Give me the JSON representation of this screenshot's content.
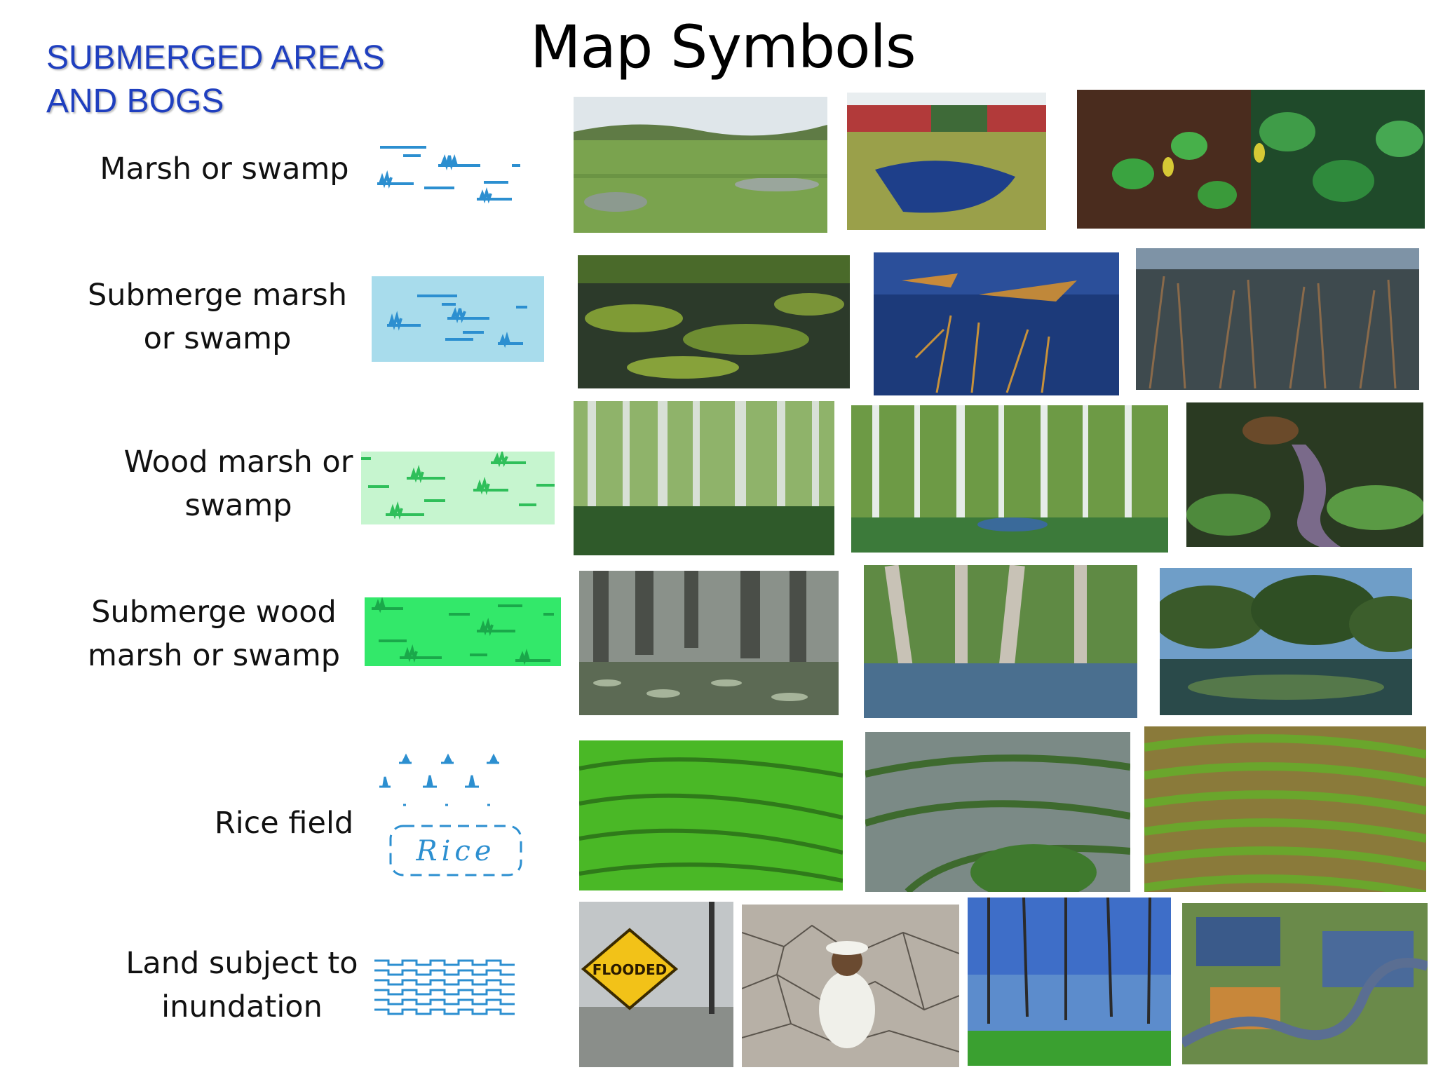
{
  "section_title": "SUBMERGED AREAS\nAND BOGS",
  "main_title": "Map Symbols",
  "rows": [
    {
      "label": "Marsh or swamp"
    },
    {
      "label": "Submerge marsh\nor swamp"
    },
    {
      "label": "Wood marsh or\nswamp"
    },
    {
      "label": "Submerge wood\nmarsh or swamp"
    },
    {
      "label": "Rice field",
      "symbol_text": "Rice"
    },
    {
      "label": "Land subject to\ninundation",
      "photo_sign_text": "FLOODED"
    }
  ],
  "colors": {
    "section_title": "#1f3fbf",
    "symbol_blue": "#2c8fd0",
    "submerge_fill": "#a8dcec",
    "wood_fill": "#c6f5cf",
    "wood_green": "#2fbf5a",
    "submerge_wood_fill": "#33e86a",
    "submerge_wood_mark": "#1aa84a"
  }
}
